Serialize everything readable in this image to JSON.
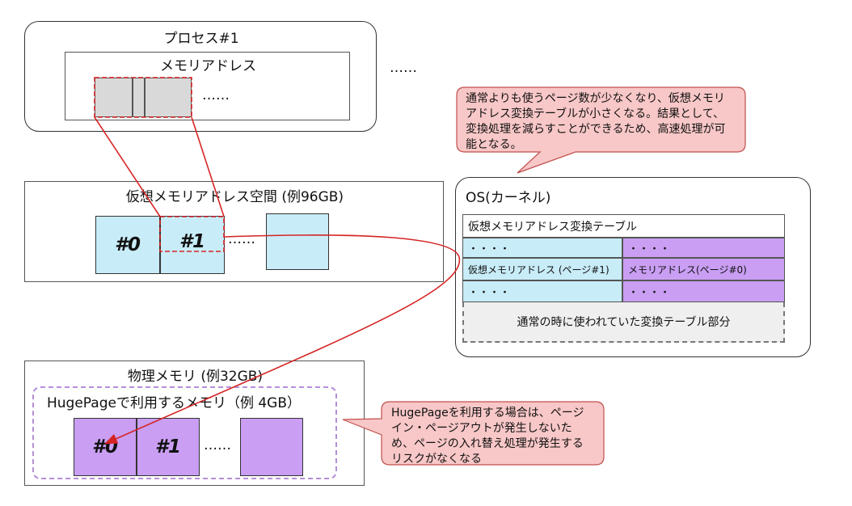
{
  "process": {
    "title": "プロセス#1",
    "memory_label": "メモリアドレス",
    "ellipsis_inner": "……",
    "ellipsis_outer": "……"
  },
  "callout_top": {
    "text": "通常よりも使うページ数が少なくなり、仮想メモリアドレス変換テーブルが小さくなる。結果として、変換処理を減らすことができるため、高速処理が可能となる。"
  },
  "virtual_space": {
    "title": "仮想メモリアドレス空間 (例96GB)",
    "page0": "#0",
    "page1": "#1",
    "ellipsis": "……"
  },
  "os": {
    "title": "OS(カーネル)",
    "table_title": "仮想メモリアドレス変換テーブル",
    "dots": "・・・・",
    "row_virtual": "仮想メモリアドレス (ページ#1)",
    "row_physical": "メモリアドレス(ページ#0)",
    "normal_part": "通常の時に使われていた変換テーブル部分"
  },
  "physical": {
    "title": "物理メモリ (例32GB)",
    "hugepage_label": "HugePageで利用するメモリ（例 4GB）",
    "page0": "#0",
    "page1": "#1",
    "ellipsis": "……"
  },
  "callout_bottom": {
    "text": "HugePageを利用する場合は、ページイン・ページアウトが発生しないため、ページの入れ替え処理が発生するリスクがなくなる"
  },
  "colors": {
    "callout_fill": "#f8c7c7",
    "callout_stroke": "#c0504d",
    "virtual_cell": "#c8ecf8",
    "physical_cell": "#c99ef3",
    "arrow": "#d62424",
    "hugepage_border": "#b58fd9"
  }
}
